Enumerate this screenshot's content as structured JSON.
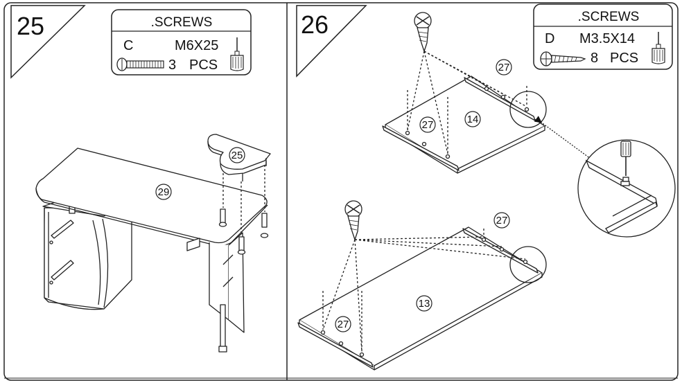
{
  "panels": [
    {
      "step": "25",
      "screws": {
        "header": ".SCREWS",
        "code": "C",
        "size": "M6X25",
        "qty": "3",
        "qty_unit": "PCS"
      },
      "part_labels": [
        "29",
        "25"
      ]
    },
    {
      "step": "26",
      "screws": {
        "header": ".SCREWS",
        "code": "D",
        "size": "M3.5X14",
        "qty": "8",
        "qty_unit": "PCS"
      },
      "part_labels": [
        "27",
        "27",
        "14",
        "27",
        "27",
        "13"
      ]
    }
  ]
}
